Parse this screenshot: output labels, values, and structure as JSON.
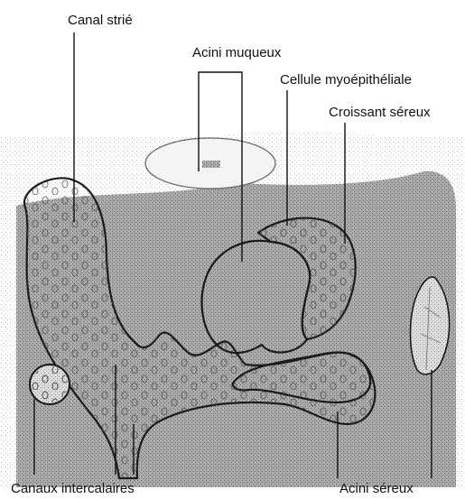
{
  "labels": {
    "canal_strie": "Canal strié",
    "acini_muqueux": "Acini muqueux",
    "cellule_myoepitheliale": "Cellule myoépithéliale",
    "croissant_sereux": "Croissant séreux",
    "canaux_intercalaires": "Canaux intercalaires",
    "acini_sereux": "Acini séreux"
  },
  "colors": {
    "background": "#ffffff",
    "tissue_gray": "#9a9a9a",
    "light_tissue": "#d6d6d6",
    "ink": "#111111"
  }
}
